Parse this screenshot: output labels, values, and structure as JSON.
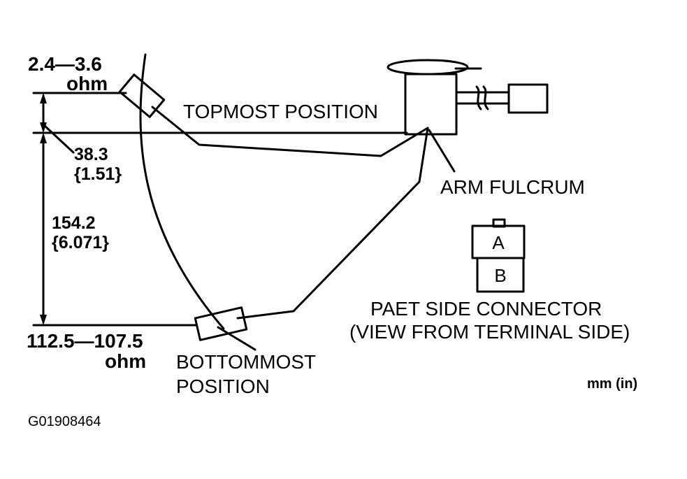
{
  "labels": {
    "resistance_top_value": "2.4—3.6",
    "resistance_top_unit": "ohm",
    "topmost": "TOPMOST POSITION",
    "dim_small_mm": "38.3",
    "dim_small_in": "{1.51}",
    "dim_large_mm": "154.2",
    "dim_large_in": "{6.071}",
    "arm_fulcrum": "ARM FULCRUM",
    "connector_a": "A",
    "connector_b": "B",
    "connector_line1": "PAET SIDE CONNECTOR",
    "connector_line2": "(VIEW FROM TERMINAL SIDE)",
    "resistance_bottom_value": "112.5—107.5",
    "resistance_bottom_unit": "ohm",
    "bottommost_line1": "BOTTOMMOST",
    "bottommost_line2": "POSITION",
    "units": "mm (in)",
    "figure_id": "G01908464"
  },
  "colors": {
    "ink": "#000000",
    "paper": "#ffffff"
  }
}
